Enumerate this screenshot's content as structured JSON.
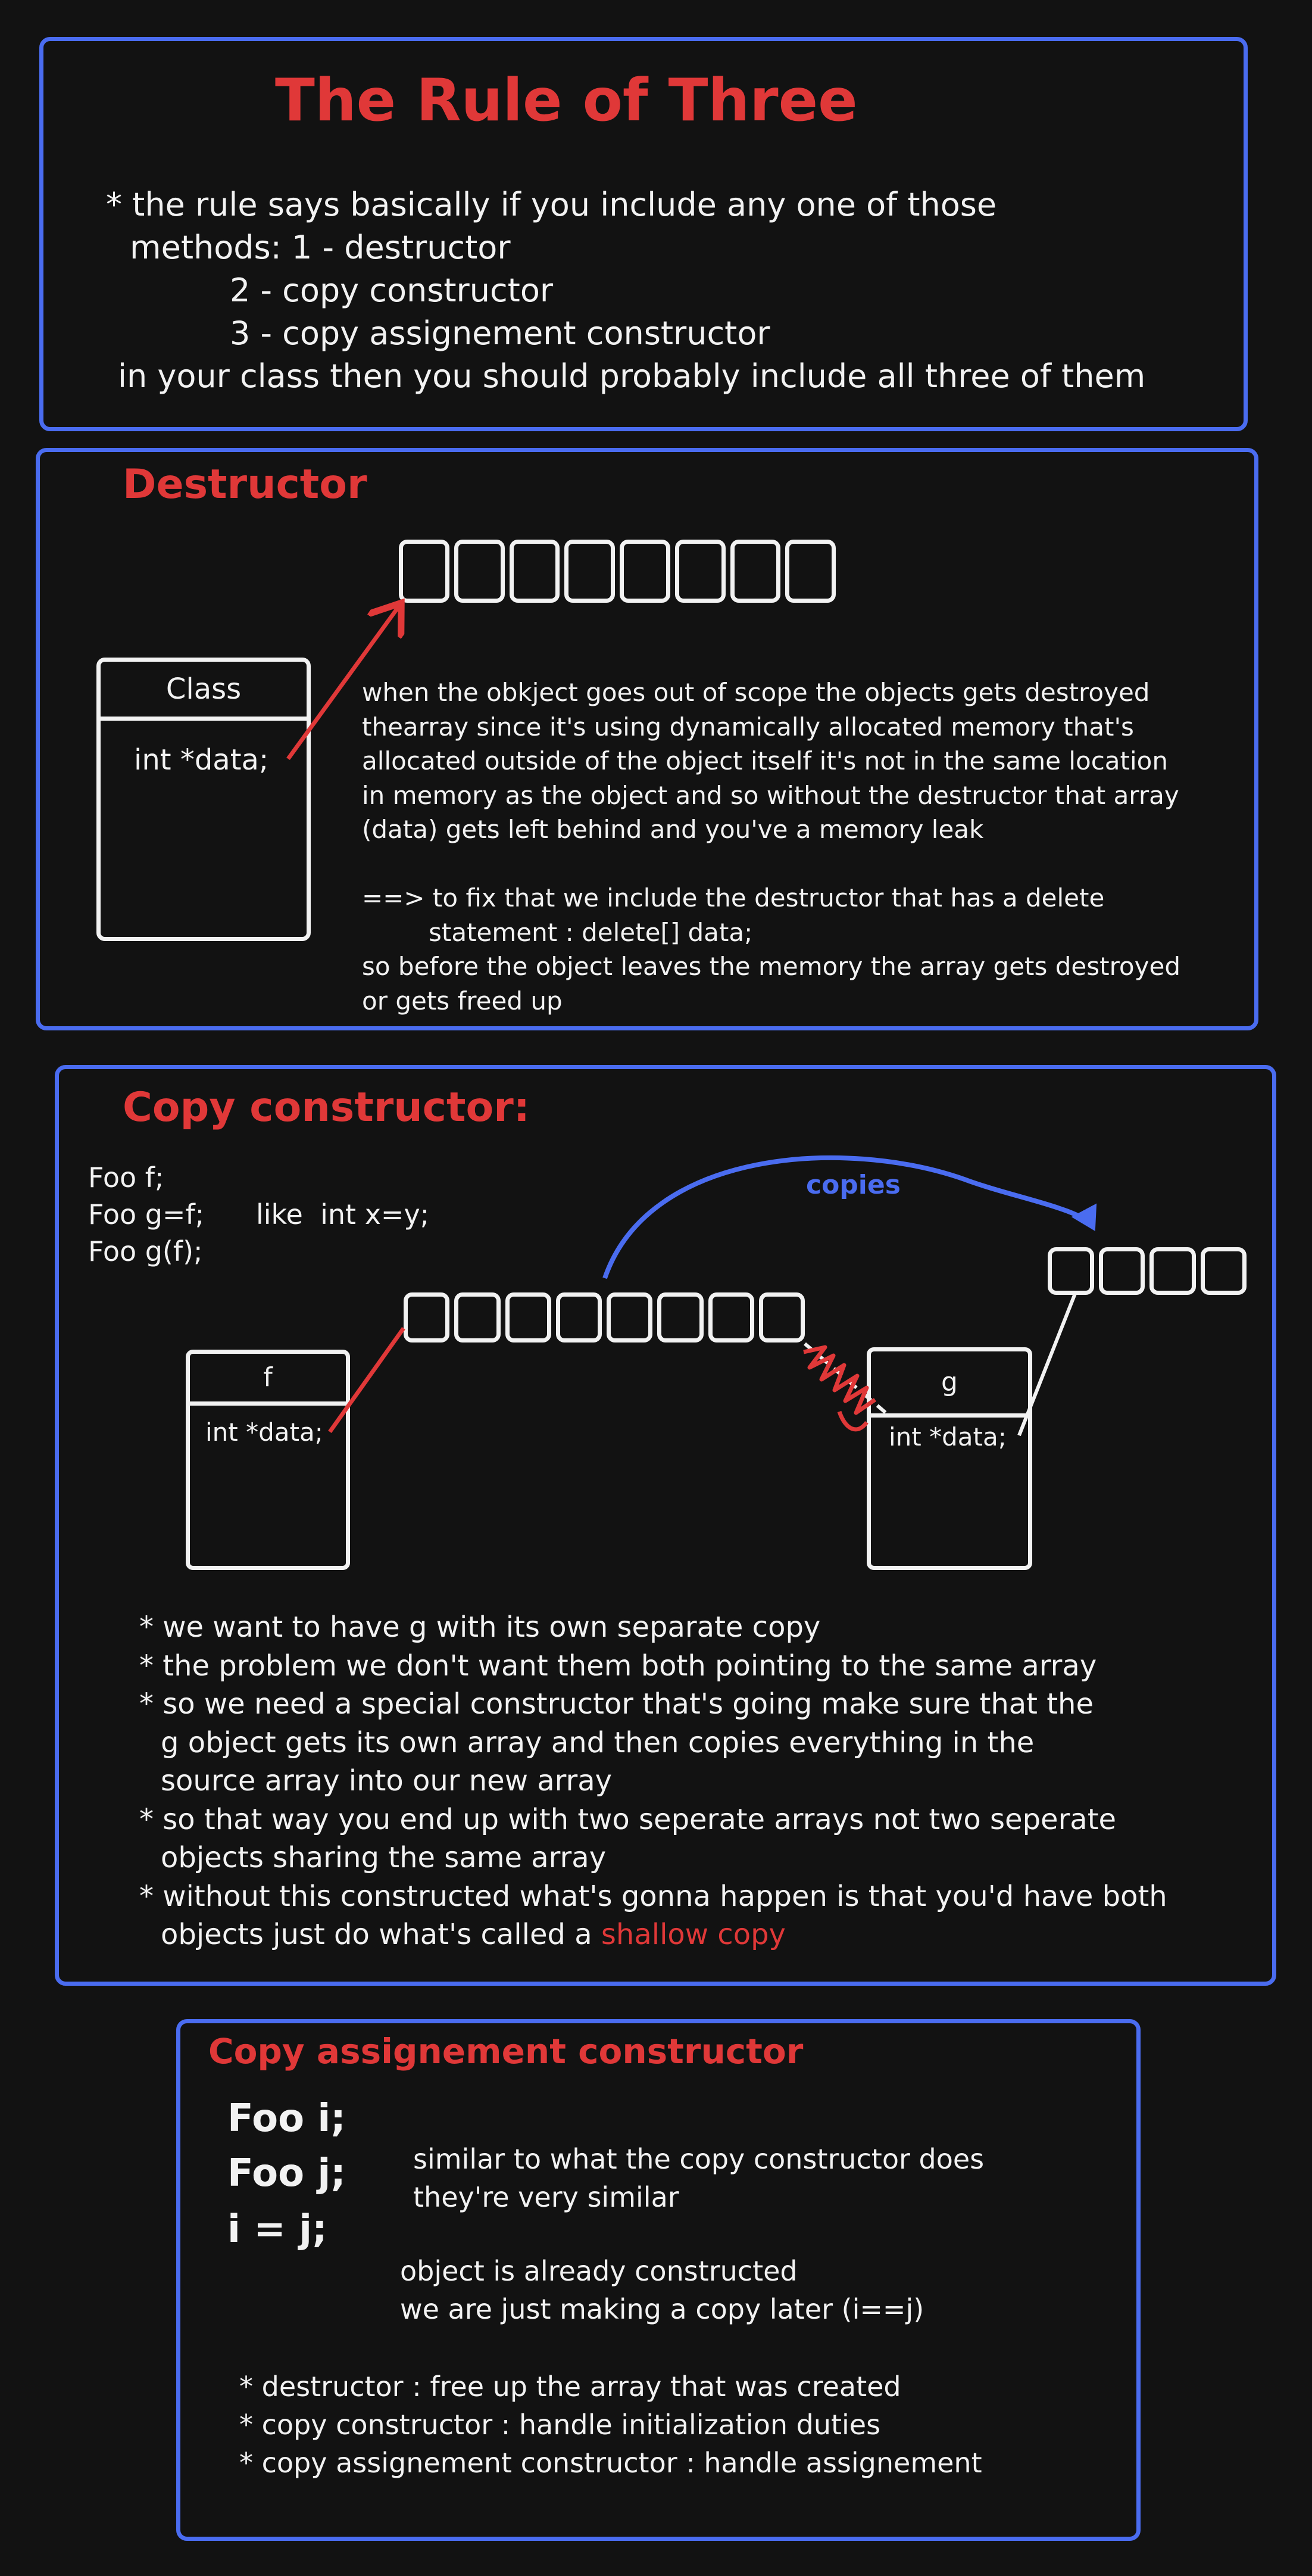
{
  "rule_of_three": {
    "title": "The Rule of Three",
    "lines": [
      "* the rule says basically if you include any one of those",
      "methods: 1 - destructor",
      "2 - copy constructor",
      "3 - copy assignement constructor",
      "in your class then you should probably include all three of them"
    ]
  },
  "destructor": {
    "title": "Destructor",
    "class_box": {
      "header": "Class",
      "member": "int *data;"
    },
    "array_cells": 8,
    "text": [
      "when the obkject goes out of scope the objects gets destroyed",
      "thearray since it's using dynamically allocated memory that's",
      "allocated outside of the object itself it's not in the same location",
      "in memory as the object and so without the destructor that array",
      "(data) gets left behind and you've a memory leak",
      "",
      "==> to fix that we include the destructor that has a delete",
      "statement : delete[] data;",
      "so before the object leaves the memory the array gets destroyed",
      "or gets freed up"
    ]
  },
  "copy_constructor": {
    "title": "Copy constructor:",
    "code": [
      "Foo f;",
      "Foo g=f;",
      "Foo g(f);"
    ],
    "like_note": "like  int x=y;",
    "copies_label": "copies",
    "box_f": {
      "header": "f",
      "member": "int *data;"
    },
    "box_g": {
      "header": "g",
      "member": "int *data;"
    },
    "array_cells_main": 8,
    "array_cells_copy": 4,
    "bullets": [
      "* we want to have g with its own separate copy",
      "* the problem we don't want them both pointing to the same array",
      "* so we need a special constructor that's going make sure that the",
      "g object gets its own array and then copies everything in the",
      "source array into our new array",
      "* so that way you end up with two seperate arrays not two seperate",
      "objects sharing the same array",
      "* without this constructed what's gonna happen is that you'd have both",
      "objects just do what's called a "
    ],
    "shallow_copy": "shallow copy"
  },
  "copy_assignment": {
    "title": "Copy assignement constructor",
    "code": [
      "Foo i;",
      "Foo j;",
      "i = j;"
    ],
    "note1": [
      "similar to what the copy constructor does",
      "they're very similar"
    ],
    "note2": [
      "object is already constructed",
      "we are just making a copy later (i==j)"
    ],
    "bullets": [
      "* destructor : free up the array that was created",
      "* copy constructor : handle initialization duties",
      "* copy assignement constructor : handle assignement"
    ]
  },
  "colors": {
    "accent_blue": "#4a6cf0",
    "accent_red": "#e03838",
    "background": "#121212",
    "text": "#f2f2f2"
  }
}
